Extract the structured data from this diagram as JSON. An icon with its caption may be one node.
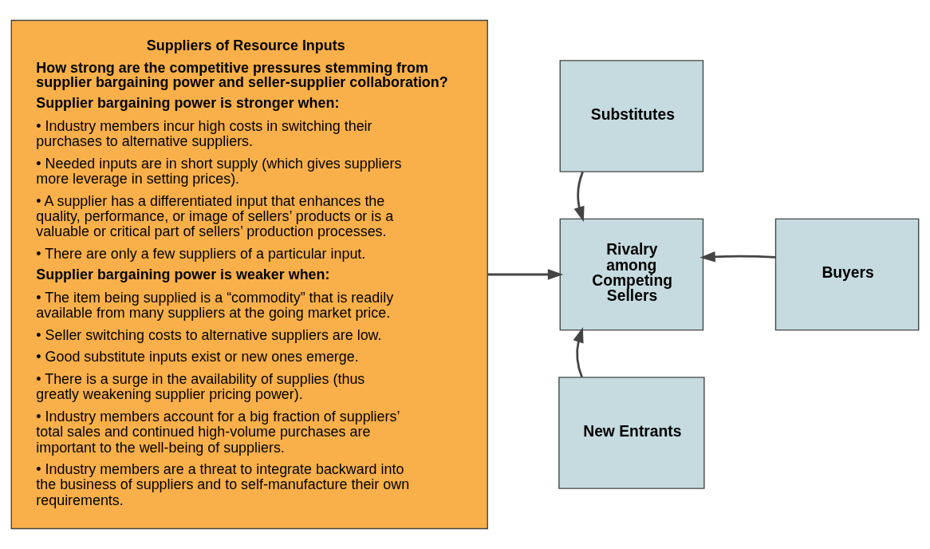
{
  "diagram": {
    "nodes": [
      {
        "text": [
          "Suppliers of Resource Inputs",
          "How strong are the competitive pressures stemming from supplier bargaining power and seller-supplier collaboration?",
          "Supplier bargaining power is stronger when:",
          "• Industry members incur high costs in switching their purchases to alternative suppliers.",
          "• Needed inputs are in short supply (which gives suppliers more leverage in setting prices).",
          "• A supplier has a differentiated input that enhances the quality, performance, or image of sellers’ products or is a valuable or critical part of sellers’ production processes.",
          "• There are only a few suppliers of a particular input.",
          "Supplier bargaining power is weaker when:",
          "• The item being supplied is a “commodity” that is readily available from many suppliers at the going market price.",
          "• Seller switching costs to alternative suppliers are low.",
          "• Good substitute inputs exist or new ones emerge.",
          "• There is a surge in the availability of supplies (thus greatly weakening supplier pricing power).",
          "• Industry members account for a big fraction of suppliers’ total sales and continued high-volume purchases are important to the well-being of suppliers.",
          "• Industry members are a threat to integrate backward into the business of suppliers and to self-manufacture their own requirements."
        ]
      },
      {
        "text": [
          "Substitutes"
        ]
      },
      {
        "text": [
          "Rivalry among Competing Sellers"
        ]
      },
      {
        "text": [
          "Buyers"
        ]
      },
      {
        "text": [
          "New Entrants"
        ]
      }
    ],
    "edges": [
      {
        "from": 0,
        "to": 2,
        "arrow": "to"
      },
      {
        "from": 1,
        "to": 2,
        "arrow": "to"
      },
      {
        "from": 3,
        "to": 2,
        "arrow": "to"
      },
      {
        "from": 4,
        "to": 2,
        "arrow": "to"
      }
    ]
  }
}
